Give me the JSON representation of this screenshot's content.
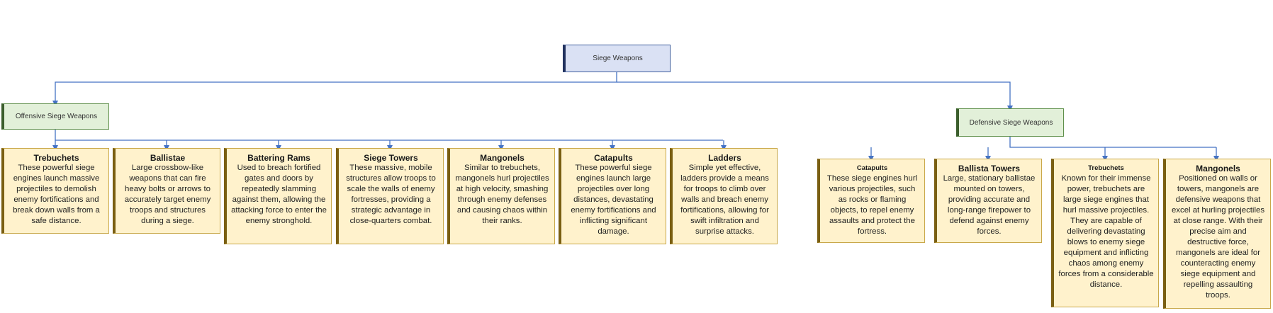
{
  "root": {
    "label": "Siege Weapons"
  },
  "offensive": {
    "label": "Offensive Siege Weapons",
    "items": [
      {
        "title": "Trebuchets",
        "desc": "These powerful siege engines launch massive projectiles to demolish enemy fortifications and break down walls from a safe distance."
      },
      {
        "title": "Ballistae",
        "desc": "Large crossbow-like weapons that can fire heavy bolts or arrows to accurately target enemy troops and structures during a siege."
      },
      {
        "title": "Battering Rams",
        "desc": "Used to breach fortified gates and doors by repeatedly slamming against them, allowing the attacking force to enter the enemy stronghold."
      },
      {
        "title": "Siege Towers",
        "desc": "These massive, mobile structures allow troops to scale the walls of enemy fortresses, providing a strategic advantage in close-quarters combat."
      },
      {
        "title": "Mangonels",
        "desc": "Similar to trebuchets, mangonels hurl projectiles at high velocity, smashing through enemy defenses and causing chaos within their ranks."
      },
      {
        "title": "Catapults",
        "desc": "These powerful siege engines launch large projectiles over long distances, devastating enemy fortifications and inflicting significant damage."
      },
      {
        "title": "Ladders",
        "desc": "Simple yet effective, ladders provide a means for troops to climb over walls and breach enemy fortifications, allowing for swift infiltration and surprise attacks."
      }
    ]
  },
  "defensive": {
    "label": "Defensive Siege Weapons",
    "items": [
      {
        "title": "Catapults",
        "desc": "These siege engines hurl various projectiles, such as rocks or flaming objects, to repel enemy assaults and protect the fortress."
      },
      {
        "title": "Ballista Towers",
        "desc": "Large, stationary ballistae mounted on towers, providing accurate and long-range firepower to defend against enemy forces."
      },
      {
        "title": "Trebuchets",
        "desc": "Known for their immense power, trebuchets are large siege engines that hurl massive projectiles. They are capable of delivering devastating blows to enemy siege equipment and inflicting chaos among enemy forces from a considerable distance."
      },
      {
        "title": "Mangonels",
        "desc": "Positioned on walls or towers, mangonels are defensive weapons that excel at hurling projectiles at close range. With their precise aim and destructive force, mangonels are ideal for counteracting enemy siege equipment and repelling assaulting troops."
      }
    ]
  },
  "colors": {
    "connector": "#4472c4",
    "root_fill": "#dae1f4",
    "category_fill": "#e2f0d9",
    "leaf_fill": "#fff2cc"
  }
}
